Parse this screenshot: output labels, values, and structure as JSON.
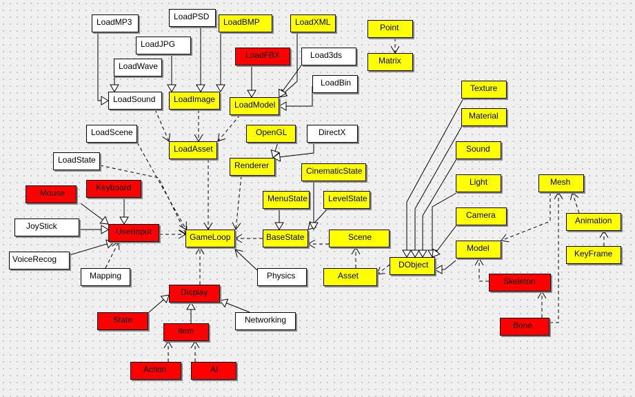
{
  "diagram": {
    "colors": {
      "external": "#ffffff",
      "engine": "#ffff00",
      "pending": "#ff0000",
      "edge": "#000000"
    },
    "nodes": [
      {
        "id": "LoadMP3",
        "label": "LoadMP3",
        "color": "white"
      },
      {
        "id": "LoadPSD",
        "label": "LoadPSD",
        "color": "white"
      },
      {
        "id": "LoadBMP",
        "label": "LoadBMP",
        "color": "yellow"
      },
      {
        "id": "LoadXML",
        "label": "LoadXML",
        "color": "yellow"
      },
      {
        "id": "Point",
        "label": "Point",
        "color": "yellow"
      },
      {
        "id": "LoadJPG",
        "label": "LoadJPG",
        "color": "white"
      },
      {
        "id": "LoadFBX",
        "label": "LoadFBX",
        "color": "red"
      },
      {
        "id": "Load3ds",
        "label": "Load3ds",
        "color": "white"
      },
      {
        "id": "Matrix",
        "label": "Matrix",
        "color": "yellow"
      },
      {
        "id": "LoadWave",
        "label": "LoadWave",
        "color": "white"
      },
      {
        "id": "LoadBin",
        "label": "LoadBin",
        "color": "white"
      },
      {
        "id": "LoadSound",
        "label": "LoadSound",
        "color": "white"
      },
      {
        "id": "LoadImage",
        "label": "LoadImage",
        "color": "yellow"
      },
      {
        "id": "LoadModel",
        "label": "LoadModel",
        "color": "yellow"
      },
      {
        "id": "Texture",
        "label": "Texture",
        "color": "yellow"
      },
      {
        "id": "Material",
        "label": "Material",
        "color": "yellow"
      },
      {
        "id": "LoadScene",
        "label": "LoadScene",
        "color": "white"
      },
      {
        "id": "OpenGL",
        "label": "OpenGL",
        "color": "yellow"
      },
      {
        "id": "DirectX",
        "label": "DirectX",
        "color": "white"
      },
      {
        "id": "LoadAsset",
        "label": "LoadAsset",
        "color": "yellow"
      },
      {
        "id": "Sound",
        "label": "Sound",
        "color": "yellow"
      },
      {
        "id": "LoadState",
        "label": "LoadState",
        "color": "white"
      },
      {
        "id": "Renderer",
        "label": "Renderer",
        "color": "yellow"
      },
      {
        "id": "CinematicState",
        "label": "CinematicState",
        "color": "yellow"
      },
      {
        "id": "Light",
        "label": "Light",
        "color": "yellow"
      },
      {
        "id": "Mesh",
        "label": "Mesh",
        "color": "yellow"
      },
      {
        "id": "Mouse",
        "label": "Mouse",
        "color": "red"
      },
      {
        "id": "Keyboard",
        "label": "Keyboard",
        "color": "red"
      },
      {
        "id": "MenuState",
        "label": "MenuState",
        "color": "yellow"
      },
      {
        "id": "LevelState",
        "label": "LevelState",
        "color": "yellow"
      },
      {
        "id": "Camera",
        "label": "Camera",
        "color": "yellow"
      },
      {
        "id": "Animation",
        "label": "Animation",
        "color": "yellow"
      },
      {
        "id": "JoyStick",
        "label": "JoyStick",
        "color": "white"
      },
      {
        "id": "UserInput",
        "label": "UserInput",
        "color": "red"
      },
      {
        "id": "GameLoop",
        "label": "GameLoop",
        "color": "yellow"
      },
      {
        "id": "BaseState",
        "label": "BaseState",
        "color": "yellow"
      },
      {
        "id": "Scene",
        "label": "Scene",
        "color": "yellow"
      },
      {
        "id": "Model",
        "label": "Model",
        "color": "yellow"
      },
      {
        "id": "KeyFrame",
        "label": "KeyFrame",
        "color": "yellow"
      },
      {
        "id": "VoiceRecog",
        "label": "VoiceRecog",
        "color": "white"
      },
      {
        "id": "DObject",
        "label": "DObject",
        "color": "yellow"
      },
      {
        "id": "Mapping",
        "label": "Mapping",
        "color": "white"
      },
      {
        "id": "Physics",
        "label": "Physics",
        "color": "white"
      },
      {
        "id": "Asset",
        "label": "Asset",
        "color": "yellow"
      },
      {
        "id": "Skeleton",
        "label": "Skeleton",
        "color": "red"
      },
      {
        "id": "Display",
        "label": "Display",
        "color": "red"
      },
      {
        "id": "State",
        "label": "State",
        "color": "red"
      },
      {
        "id": "Networking",
        "label": "Networking",
        "color": "white"
      },
      {
        "id": "Bone",
        "label": "Bone",
        "color": "red"
      },
      {
        "id": "Item",
        "label": "Item",
        "color": "red"
      },
      {
        "id": "Action",
        "label": "Action",
        "color": "red"
      },
      {
        "id": "AI",
        "label": "AI",
        "color": "red"
      }
    ],
    "edges": [
      {
        "from": "LoadMP3",
        "to": "LoadSound",
        "kind": "inherit"
      },
      {
        "from": "LoadWave",
        "to": "LoadSound",
        "kind": "inherit"
      },
      {
        "from": "LoadJPG",
        "to": "LoadImage",
        "kind": "inherit"
      },
      {
        "from": "LoadPSD",
        "to": "LoadImage",
        "kind": "inherit"
      },
      {
        "from": "LoadBMP",
        "to": "LoadImage",
        "kind": "inherit"
      },
      {
        "from": "LoadFBX",
        "to": "LoadModel",
        "kind": "inherit"
      },
      {
        "from": "LoadXML",
        "to": "LoadModel",
        "kind": "inherit"
      },
      {
        "from": "Load3ds",
        "to": "LoadModel",
        "kind": "inherit"
      },
      {
        "from": "LoadBin",
        "to": "LoadModel",
        "kind": "inherit"
      },
      {
        "from": "Point",
        "to": "Matrix",
        "kind": "dependency"
      },
      {
        "from": "LoadSound",
        "to": "LoadAsset",
        "kind": "dependency"
      },
      {
        "from": "LoadImage",
        "to": "LoadAsset",
        "kind": "dependency"
      },
      {
        "from": "LoadModel",
        "to": "LoadAsset",
        "kind": "dependency"
      },
      {
        "from": "OpenGL",
        "to": "Renderer",
        "kind": "inherit"
      },
      {
        "from": "DirectX",
        "to": "Renderer",
        "kind": "inherit"
      },
      {
        "from": "LoadAsset",
        "to": "GameLoop",
        "kind": "dependency"
      },
      {
        "from": "LoadScene",
        "to": "GameLoop",
        "kind": "dependency"
      },
      {
        "from": "LoadState",
        "to": "GameLoop",
        "kind": "dependency"
      },
      {
        "from": "Renderer",
        "to": "GameLoop",
        "kind": "dependency"
      },
      {
        "from": "Mouse",
        "to": "UserInput",
        "kind": "inherit"
      },
      {
        "from": "Keyboard",
        "to": "UserInput",
        "kind": "inherit"
      },
      {
        "from": "JoyStick",
        "to": "UserInput",
        "kind": "inherit"
      },
      {
        "from": "VoiceRecog",
        "to": "UserInput",
        "kind": "inherit"
      },
      {
        "from": "Mapping",
        "to": "UserInput",
        "kind": "dependency"
      },
      {
        "from": "UserInput",
        "to": "GameLoop",
        "kind": "dependency"
      },
      {
        "from": "MenuState",
        "to": "BaseState",
        "kind": "inherit"
      },
      {
        "from": "LevelState",
        "to": "BaseState",
        "kind": "inherit"
      },
      {
        "from": "CinematicState",
        "to": "BaseState",
        "kind": "inherit"
      },
      {
        "from": "BaseState",
        "to": "GameLoop",
        "kind": "dependency"
      },
      {
        "from": "Scene",
        "to": "BaseState",
        "kind": "dependency"
      },
      {
        "from": "Physics",
        "to": "GameLoop",
        "kind": "association"
      },
      {
        "from": "Display",
        "to": "GameLoop",
        "kind": "dependency"
      },
      {
        "from": "Asset",
        "to": "Scene",
        "kind": "dependency"
      },
      {
        "from": "DObject",
        "to": "Asset",
        "kind": "dependency"
      },
      {
        "from": "Texture",
        "to": "DObject",
        "kind": "inherit"
      },
      {
        "from": "Material",
        "to": "DObject",
        "kind": "inherit"
      },
      {
        "from": "Sound",
        "to": "DObject",
        "kind": "inherit"
      },
      {
        "from": "Light",
        "to": "DObject",
        "kind": "inherit"
      },
      {
        "from": "Camera",
        "to": "DObject",
        "kind": "inherit"
      },
      {
        "from": "Model",
        "to": "DObject",
        "kind": "inherit"
      },
      {
        "from": "Mesh",
        "to": "Model",
        "kind": "dependency"
      },
      {
        "from": "Animation",
        "to": "Mesh",
        "kind": "dependency"
      },
      {
        "from": "KeyFrame",
        "to": "Animation",
        "kind": "dependency"
      },
      {
        "from": "Skeleton",
        "to": "Model",
        "kind": "dependency"
      },
      {
        "from": "Bone",
        "to": "Skeleton",
        "kind": "dependency"
      },
      {
        "from": "Bone",
        "to": "Mesh",
        "kind": "dependency"
      },
      {
        "from": "State",
        "to": "Display",
        "kind": "inherit"
      },
      {
        "from": "Networking",
        "to": "Display",
        "kind": "inherit"
      },
      {
        "from": "Item",
        "to": "Display",
        "kind": "inherit"
      },
      {
        "from": "Action",
        "to": "Item",
        "kind": "dependency"
      },
      {
        "from": "AI",
        "to": "Item",
        "kind": "dependency"
      }
    ]
  }
}
